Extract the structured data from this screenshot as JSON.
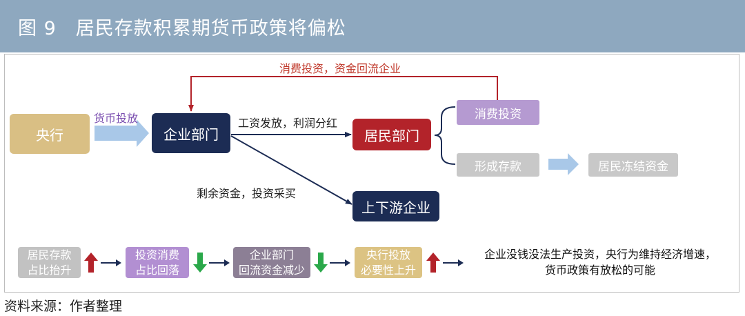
{
  "header": {
    "title": "图 9　居民存款积累期货币政策将偏松"
  },
  "nodes": {
    "central_bank": "央行",
    "enterprise": "企业部门",
    "household": "居民部门",
    "up_down_enterprise": "上下游企业",
    "consumption_investment": "消费投资",
    "form_deposit": "形成存款",
    "frozen_funds": "居民冻结资金"
  },
  "edges": {
    "currency_issue": "货币投放",
    "wages_profit": "工资发放，利润分红",
    "consume_return": "消费投资，资金回流企业",
    "surplus_funds": "剩余资金，投资采买"
  },
  "chain": [
    {
      "line1": "居民存款",
      "line2": "占比抬升",
      "trend": "up"
    },
    {
      "line1": "投资消费",
      "line2": "占比回落",
      "trend": "down"
    },
    {
      "line1": "企业部门",
      "line2": "回流资金减少",
      "trend": "down"
    },
    {
      "line1": "央行投放",
      "line2": "必要性上升",
      "trend": "up"
    }
  ],
  "conclusion": {
    "line1": "企业没钱没法生产投资，央行为维持经济增速，",
    "line2": "货币政策有放松的可能"
  },
  "source": "资料来源：作者整理",
  "colors": {
    "header_bg": "#8ea8bf",
    "central_bank": "#d9bf84",
    "navy": "#1c2c54",
    "red": "#b3232a",
    "purple": "#b59ad1",
    "gray": "#c8c8c8",
    "bot_gray": "#c2c2c2",
    "bot_purple": "#b28fd2",
    "bot_dark": "#8c7f95",
    "bot_gold": "#dcc383",
    "arrow_blue": "#a9c8e8"
  }
}
